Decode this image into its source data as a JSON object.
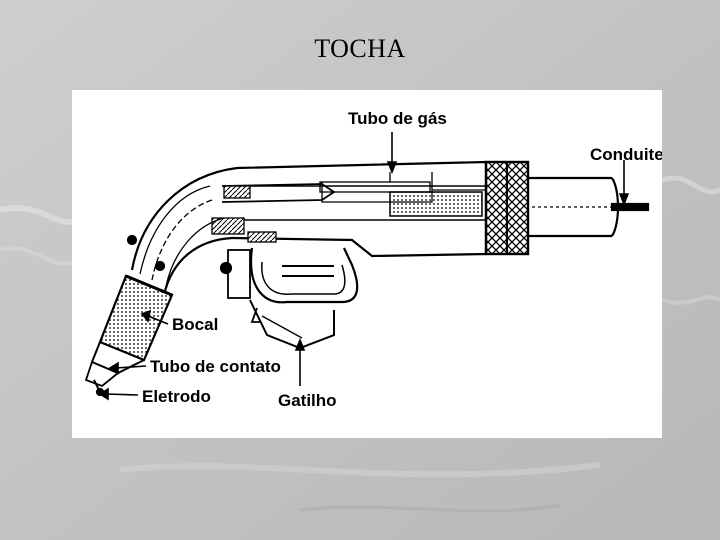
{
  "slide": {
    "title": "TOCHA"
  },
  "diagram": {
    "labels": {
      "tubo_de_gas": "Tubo de gás",
      "conduite": "Conduite",
      "bocal": "Bocal",
      "tubo_de_contato": "Tubo de contato",
      "eletrodo": "Eletrodo",
      "gatilho": "Gatilho"
    }
  },
  "colors": {
    "background": "#c4c4c4",
    "panel": "#ffffff",
    "ink": "#000000"
  }
}
